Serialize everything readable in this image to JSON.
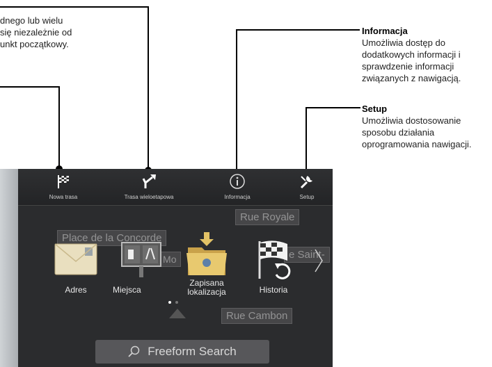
{
  "callouts": {
    "top_left": {
      "lines": [
        "dnego lub wielu",
        "się niezależnie od",
        "unkt początkowy."
      ]
    },
    "informacja": {
      "title": "Informacja",
      "lines": [
        "Umożliwia dostęp do",
        "dodatkowych informacji i",
        "sprawdzenie informacji",
        "związanych z nawigacją."
      ]
    },
    "setup": {
      "title": "Setup",
      "lines": [
        "Umożliwia dostosowanie",
        "sposobu działania",
        "oprogramowania nawigacji."
      ]
    }
  },
  "toolbar": {
    "items": [
      {
        "label": "Nowa trasa",
        "icon": "checkered-flag-icon"
      },
      {
        "label": "Trasa wieloetapowa",
        "icon": "route-split-icon"
      },
      {
        "label": "Informacja",
        "icon": "info-icon"
      },
      {
        "label": "Setup",
        "icon": "wrench-icon"
      }
    ]
  },
  "map_streets": [
    "Place de la Concorde",
    "Rue Royale",
    "Rue de Mo",
    "Rue Cambon",
    "e Saint-"
  ],
  "tiles": [
    {
      "label": "Adres",
      "icon": "envelope-icon"
    },
    {
      "label": "Miejsca",
      "icon": "poi-board-icon"
    },
    {
      "label_line1": "Zapisana",
      "label_line2": "lokalizacja",
      "icon": "folder-pin-icon"
    },
    {
      "label": "Historia",
      "icon": "history-flag-icon"
    }
  ],
  "search": {
    "placeholder": "Freeform Search",
    "icon": "search-icon"
  },
  "pagination": {
    "current": 1,
    "total": 2
  },
  "colors": {
    "screen_bg": "#2b2c2e",
    "callout_line": "#000000",
    "search_bg": "#5f5f62"
  }
}
